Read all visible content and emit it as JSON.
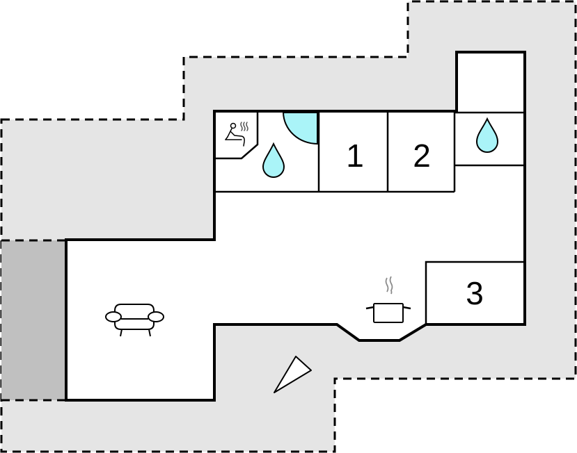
{
  "floorplan": {
    "colors": {
      "outdoor_area": "#e5e5e5",
      "covered_terrace": "#c0c0c0",
      "interior": "#ffffff",
      "water": "#aaf4f8",
      "wall": "#000000",
      "steam": "#8a8a8a"
    },
    "rooms": [
      {
        "id": "sauna",
        "icon": "sauna-icon"
      },
      {
        "id": "bathroom-1",
        "icon": "water-drop-icon",
        "feature": "round-shower"
      },
      {
        "id": "bedroom-1",
        "label": "1"
      },
      {
        "id": "bedroom-2",
        "label": "2"
      },
      {
        "id": "bathroom-2",
        "icon": "water-drop-icon"
      },
      {
        "id": "storage"
      },
      {
        "id": "bedroom-3",
        "label": "3"
      },
      {
        "id": "kitchen",
        "icon": "cooking-pot-icon"
      },
      {
        "id": "living-room",
        "icon": "armchair-icon"
      }
    ],
    "labels": {
      "bedroom_1": "1",
      "bedroom_2": "2",
      "bedroom_3": "3"
    },
    "outdoor": {
      "plot_boundary": "dashed",
      "terrace": "covered-terrace",
      "marker": "direction-marker-icon"
    }
  }
}
